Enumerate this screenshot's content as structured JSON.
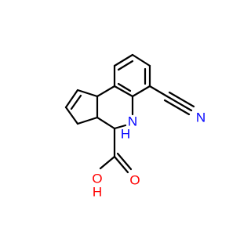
{
  "molecule": {
    "colors": {
      "bond": "#000000",
      "carbon_bond": "#000000",
      "nitrogen": "#0000ff",
      "oxygen": "#ff0000",
      "background": "#ffffff"
    },
    "labels": {
      "nitrile_n": "N",
      "amine_n": "N",
      "amine_h": "H",
      "carbonyl_o": "O",
      "hydroxyl_o": "O",
      "hydroxyl_h": "H"
    }
  }
}
